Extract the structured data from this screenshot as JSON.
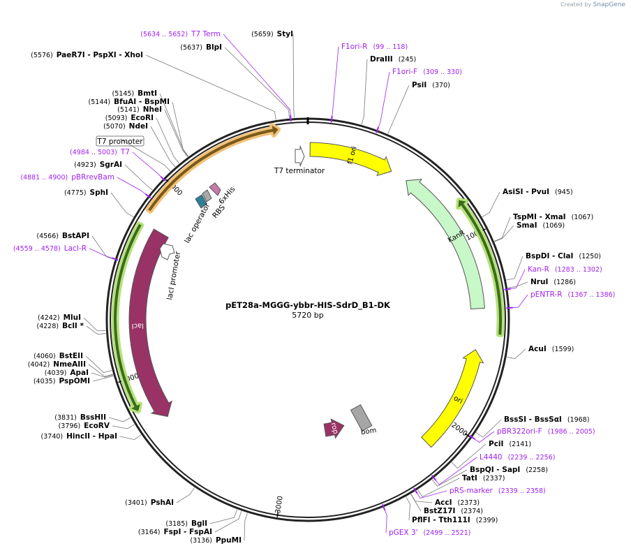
{
  "credit": {
    "text": "Created by",
    "brand": "SnapGene"
  },
  "map": {
    "name": "pET28a-MGGG-ybbr-HIS-SdrD_B1-DK",
    "length_label": "5720 bp",
    "total_bp": 5720,
    "ticks": [
      "1000",
      "2000",
      "3000",
      "4000",
      "5000"
    ]
  },
  "features": [
    {
      "id": "f1ori",
      "label": "f1 ori",
      "start": 12,
      "end": 467,
      "dir": 1,
      "color": "#ffff00",
      "r": 244,
      "w": 20,
      "text_color": "#000"
    },
    {
      "id": "kanr",
      "label": "KanR",
      "start": 560,
      "end": 1370,
      "dir": -1,
      "color": "#c8f7c8",
      "r": 244,
      "w": 20,
      "text_color": "#000"
    },
    {
      "id": "ori",
      "label": "ori",
      "start": 1590,
      "end": 2160,
      "dir": -1,
      "color": "#ffff00",
      "r": 244,
      "w": 20,
      "text_color": "#000"
    },
    {
      "id": "laci",
      "label": "lacI",
      "start": 3740,
      "end": 4775,
      "dir": -1,
      "color": "#993366",
      "r": 244,
      "w": 24,
      "text_color": "#fff"
    },
    {
      "id": "rop",
      "label": "rop",
      "start": 2560,
      "end": 2720,
      "dir": -1,
      "color": "#993366",
      "r": 160,
      "w": 18,
      "text_color": "#fff"
    },
    {
      "id": "bom",
      "label": "bom",
      "start": 2330,
      "end": 2480,
      "dir": 0,
      "color": "#a6a6a6",
      "r": 160,
      "w": 16,
      "text_color": "#000"
    }
  ],
  "orfs": [
    {
      "id": "orf-top",
      "start": 4840,
      "end": 5580,
      "dir": 1,
      "r": 276
    },
    {
      "id": "orf-kan",
      "start": 820,
      "end": 1500,
      "dir": -1,
      "r": 276
    },
    {
      "id": "orf-lac",
      "start": 3840,
      "end": 4760,
      "dir": -1,
      "r": 276
    }
  ],
  "small_features": [
    {
      "label": "T7 terminator"
    },
    {
      "label": "6xHis"
    },
    {
      "label": "RBS"
    },
    {
      "label": "lac operator"
    },
    {
      "label": "lacI promoter"
    },
    {
      "label": "T7 promoter"
    }
  ],
  "labels": [
    {
      "t": "e",
      "name": "StyI",
      "pos": "(5659)",
      "bp": 5659
    },
    {
      "t": "p",
      "name": "T7 Term",
      "pos": "(5634 .. 5652)",
      "bp": 5643
    },
    {
      "t": "e",
      "name": "BlpI",
      "pos": "(5637)",
      "bp": 5637
    },
    {
      "t": "e",
      "name": "PaeR7I  - PspXI  - XhoI",
      "pos": "(5576)",
      "bp": 5576
    },
    {
      "t": "p",
      "name": "F1ori-R",
      "pos": "(99 .. 118)",
      "bp": 108
    },
    {
      "t": "e",
      "name": "DraIII",
      "pos": "(245)",
      "bp": 245
    },
    {
      "t": "p",
      "name": "F1ori-F",
      "pos": "(309 .. 330)",
      "bp": 320
    },
    {
      "t": "e",
      "name": "PsiI",
      "pos": "(370)",
      "bp": 370
    },
    {
      "t": "e",
      "name": "BmtI",
      "pos": "(5145)",
      "bp": 5145
    },
    {
      "t": "e",
      "name": "BfuAI  - BspMI",
      "pos": "(5144)",
      "bp": 5144
    },
    {
      "t": "e",
      "name": "NheI",
      "pos": "(5141)",
      "bp": 5141
    },
    {
      "t": "e",
      "name": "EcoRI",
      "pos": "(5093)",
      "bp": 5093
    },
    {
      "t": "e",
      "name": "NdeI",
      "pos": "(5070)",
      "bp": 5070
    },
    {
      "t": "f",
      "name": "T7 promoter",
      "pos": "",
      "bp": 5040
    },
    {
      "t": "p",
      "name": "T7",
      "pos": "(4984 .. 5003)",
      "bp": 4993
    },
    {
      "t": "e",
      "name": "SgrAI",
      "pos": "(4923)",
      "bp": 4923
    },
    {
      "t": "p",
      "name": "pBRrevBam",
      "pos": "(4881 .. 4900)",
      "bp": 4890
    },
    {
      "t": "e",
      "name": "SphI",
      "pos": "(4775)",
      "bp": 4775
    },
    {
      "t": "e",
      "name": "AsiSI  - PvuI",
      "pos": "(945)",
      "bp": 945
    },
    {
      "t": "e",
      "name": "TspMI  - XmaI",
      "pos": "(1067)",
      "bp": 1067
    },
    {
      "t": "e",
      "name": "SmaI",
      "pos": "(1069)",
      "bp": 1069
    },
    {
      "t": "e",
      "name": "BspDI  - ClaI",
      "pos": "(1250)",
      "bp": 1250
    },
    {
      "t": "p",
      "name": "Kan-R",
      "pos": "(1283 .. 1302)",
      "bp": 1292
    },
    {
      "t": "e",
      "name": "NruI",
      "pos": "(1286)",
      "bp": 1286
    },
    {
      "t": "p",
      "name": "pENTR-R",
      "pos": "(1367 .. 1386)",
      "bp": 1376
    },
    {
      "t": "e",
      "name": "AcuI",
      "pos": "(1599)",
      "bp": 1599
    },
    {
      "t": "e",
      "name": "BstAPI",
      "pos": "(4566)",
      "bp": 4566
    },
    {
      "t": "p",
      "name": "LacI-R",
      "pos": "(4559 .. 4578)",
      "bp": 4568
    },
    {
      "t": "e",
      "name": "MluI",
      "pos": "(4242)",
      "bp": 4242
    },
    {
      "t": "e",
      "name": "BclI *",
      "pos": "(4228)",
      "bp": 4228
    },
    {
      "t": "e",
      "name": "BstEII",
      "pos": "(4060)",
      "bp": 4060
    },
    {
      "t": "e",
      "name": "NmeAIII",
      "pos": "(4042)",
      "bp": 4042
    },
    {
      "t": "e",
      "name": "ApaI",
      "pos": "(4039)",
      "bp": 4039
    },
    {
      "t": "e",
      "name": "PspOMI",
      "pos": "(4035)",
      "bp": 4035
    },
    {
      "t": "e",
      "name": "BssHII",
      "pos": "(3831)",
      "bp": 3831
    },
    {
      "t": "e",
      "name": "EcoRV",
      "pos": "(3796)",
      "bp": 3796
    },
    {
      "t": "e",
      "name": "HincII  - HpaI",
      "pos": "(3740)",
      "bp": 3740
    },
    {
      "t": "e",
      "name": "PshAI",
      "pos": "(3401)",
      "bp": 3401
    },
    {
      "t": "e",
      "name": "BglI",
      "pos": "(3185)",
      "bp": 3185
    },
    {
      "t": "e",
      "name": "FspI  - FspAI",
      "pos": "(3164)",
      "bp": 3164
    },
    {
      "t": "e",
      "name": "PpuMI",
      "pos": "(3136)",
      "bp": 3136
    },
    {
      "t": "e",
      "name": "BssSI  - BssSαI",
      "pos": "(1968)",
      "bp": 1968
    },
    {
      "t": "p",
      "name": "pBR322ori-F",
      "pos": "(1986 .. 2005)",
      "bp": 1995
    },
    {
      "t": "e",
      "name": "PciI",
      "pos": "(2141)",
      "bp": 2141
    },
    {
      "t": "p",
      "name": "L4440",
      "pos": "(2239 .. 2256)",
      "bp": 2247
    },
    {
      "t": "e",
      "name": "BspQI  - SapI",
      "pos": "(2258)",
      "bp": 2258
    },
    {
      "t": "e",
      "name": "TatI",
      "pos": "(2337)",
      "bp": 2337
    },
    {
      "t": "p",
      "name": "pRS-marker",
      "pos": "(2339 .. 2358)",
      "bp": 2348
    },
    {
      "t": "e",
      "name": "AccI",
      "pos": "(2373)",
      "bp": 2373
    },
    {
      "t": "e",
      "name": "BstZ17I",
      "pos": "(2374)",
      "bp": 2374
    },
    {
      "t": "e",
      "name": "PflFI  - Tth111I",
      "pos": "(2399)",
      "bp": 2399
    },
    {
      "t": "p",
      "name": "pGEX 3'",
      "pos": "(2499 .. 2521)",
      "bp": 2510
    }
  ]
}
